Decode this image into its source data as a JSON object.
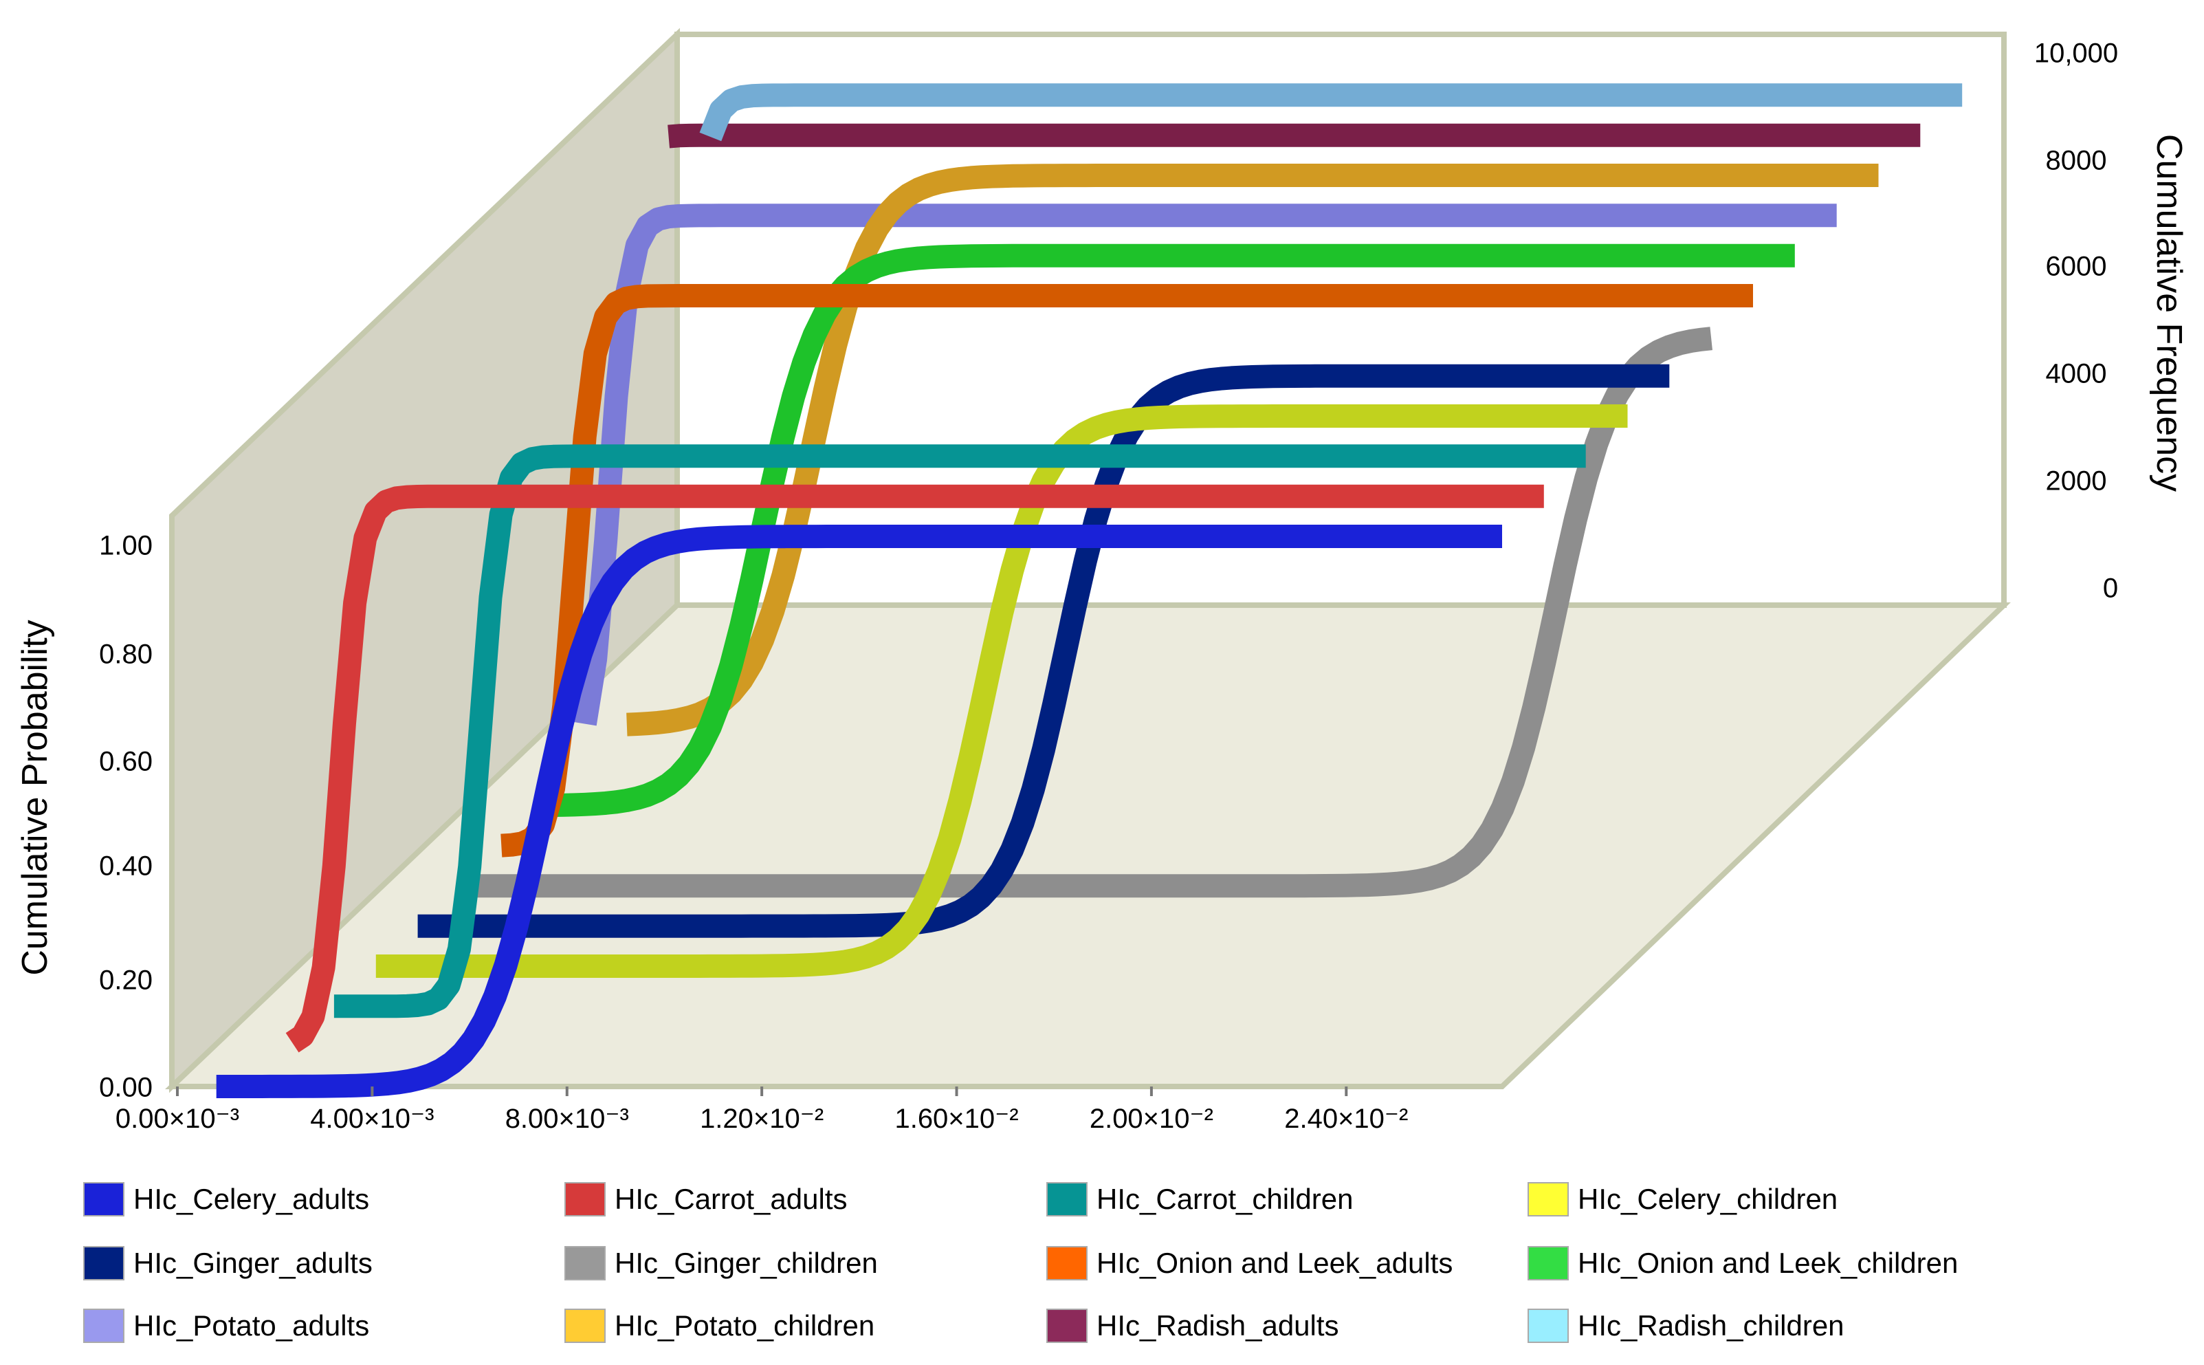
{
  "chart_data": {
    "type": "line",
    "subtype": "3d-cumulative-distribution",
    "title": "",
    "xlabel": "",
    "ylabel": "Cumulative Probability",
    "y2label": "Cumulative Frequency",
    "x_ticks": [
      "0.00×10⁻³",
      "4.00×10⁻³",
      "8.00×10⁻³",
      "1.20×10⁻²",
      "1.60×10⁻²",
      "2.00×10⁻²",
      "2.40×10⁻²"
    ],
    "x_tick_values": [
      0.0,
      0.004,
      0.008,
      0.012,
      0.016,
      0.02,
      0.024
    ],
    "xlim": [
      0.0,
      0.0272
    ],
    "y_ticks": [
      "0.00",
      "0.20",
      "0.40",
      "0.60",
      "0.80",
      "1.00"
    ],
    "y_tick_values": [
      0.0,
      0.2,
      0.4,
      0.6,
      0.8,
      1.0
    ],
    "ylim": [
      0.0,
      1.0
    ],
    "y2_ticks": [
      "0",
      "2000",
      "4000",
      "6000",
      "8000",
      "10,000"
    ],
    "y2_tick_values": [
      0,
      2000,
      4000,
      6000,
      8000,
      10000
    ],
    "y2lim": [
      0,
      10000
    ],
    "grid": false,
    "legend_position": "bottom",
    "background_color": "#ecebdd",
    "series": [
      {
        "name": "HIc_Celery_adults",
        "color": "#1a22d8",
        "x_start": 0.0008,
        "x_mid": 0.0075,
        "x_end": 0.0272
      },
      {
        "name": "HIc_Carrot_adults",
        "color": "#d63a3a",
        "x_start": 0.0015,
        "x_mid": 0.0025,
        "x_end": 0.0272
      },
      {
        "name": "HIc_Carrot_children",
        "color": "#069494",
        "x_start": 0.0015,
        "x_mid": 0.0045,
        "x_end": 0.0272
      },
      {
        "name": "HIc_Celery_children",
        "color": "#c1d21e",
        "x_start": 0.0015,
        "x_mid": 0.014,
        "x_end": 0.0272
      },
      {
        "name": "HIc_Ginger_adults",
        "color": "#002080",
        "x_start": 0.0015,
        "x_mid": 0.0148,
        "x_end": 0.0272
      },
      {
        "name": "HIc_Ginger_children",
        "color": "#8e8e8e",
        "x_start": 0.0015,
        "x_mid": 0.024,
        "x_end": 0.0272
      },
      {
        "name": "HIc_Onion and Leek_adults",
        "color": "#d45a00",
        "x_start": 0.0015,
        "x_mid": 0.003,
        "x_end": 0.0272
      },
      {
        "name": "HIc_Onion and Leek_children",
        "color": "#1ec22a",
        "x_start": 0.0015,
        "x_mid": 0.006,
        "x_end": 0.0272
      },
      {
        "name": "HIc_Potato_adults",
        "color": "#7b7bd8",
        "x_start": 0.0015,
        "x_mid": 0.002,
        "x_end": 0.0272
      },
      {
        "name": "HIc_Potato_children",
        "color": "#d19a22",
        "x_start": 0.0015,
        "x_mid": 0.0053,
        "x_end": 0.0272
      },
      {
        "name": "HIc_Radish_adults",
        "color": "#7a1f48",
        "x_start": 0.0015,
        "x_mid": 0.0003,
        "x_end": 0.0272
      },
      {
        "name": "HIc_Radish_children",
        "color": "#74acd4",
        "x_start": 0.0015,
        "x_mid": 0.001,
        "x_end": 0.0272
      }
    ],
    "legend_swatch_colors": [
      "#1a22d8",
      "#d63a3a",
      "#069494",
      "#ffff33",
      "#002080",
      "#999999",
      "#ff6600",
      "#33dd44",
      "#9999ee",
      "#ffcc33",
      "#8c2a5a",
      "#99eeff"
    ]
  }
}
